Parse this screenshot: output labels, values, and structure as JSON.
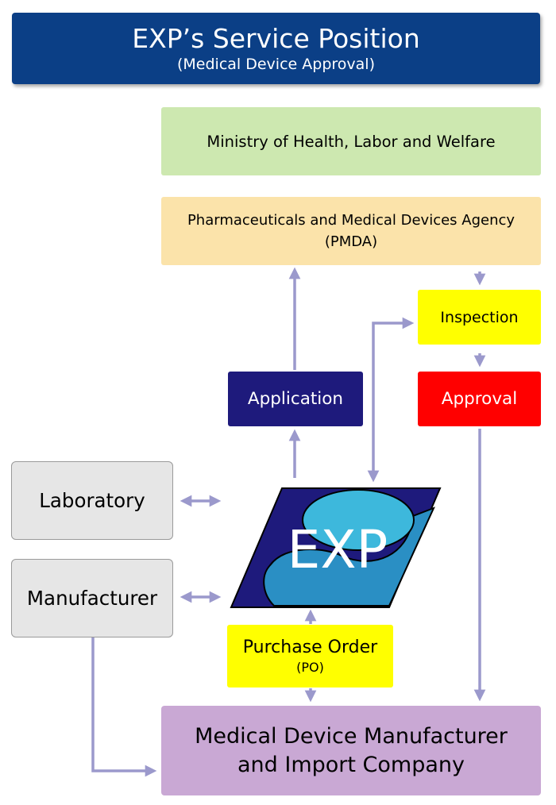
{
  "title": {
    "main": "EXP’s Service Position",
    "sub": "(Medical Device Approval)"
  },
  "nodes": {
    "ministry": "Ministry of Health, Labor and Welfare",
    "pmda_line1": "Pharmaceuticals and Medical Devices Agency",
    "pmda_line2": "(PMDA)",
    "inspection": "Inspection",
    "application": "Application",
    "approval": "Approval",
    "laboratory": "Laboratory",
    "manufacturer": "Manufacturer",
    "exp": "EXP",
    "po_line1": "Purchase Order",
    "po_line2": "(PO)",
    "company_line1": "Medical Device Manufacturer",
    "company_line2": "and Import Company"
  },
  "colors": {
    "title_bg": "#0b3f86",
    "ministry_bg": "#cde8b0",
    "pmda_bg": "#fbe3aa",
    "inspection_bg": "#ffff00",
    "application_bg": "#1e1a7c",
    "approval_bg": "#ff0000",
    "side_box_bg": "#e6e6e6",
    "po_bg": "#ffff00",
    "company_bg": "#c9a8d4",
    "arrow": "#9b99cc",
    "exp_dark": "#1e1a7c",
    "exp_mid": "#2a8fc4",
    "exp_light": "#3db8dc"
  }
}
